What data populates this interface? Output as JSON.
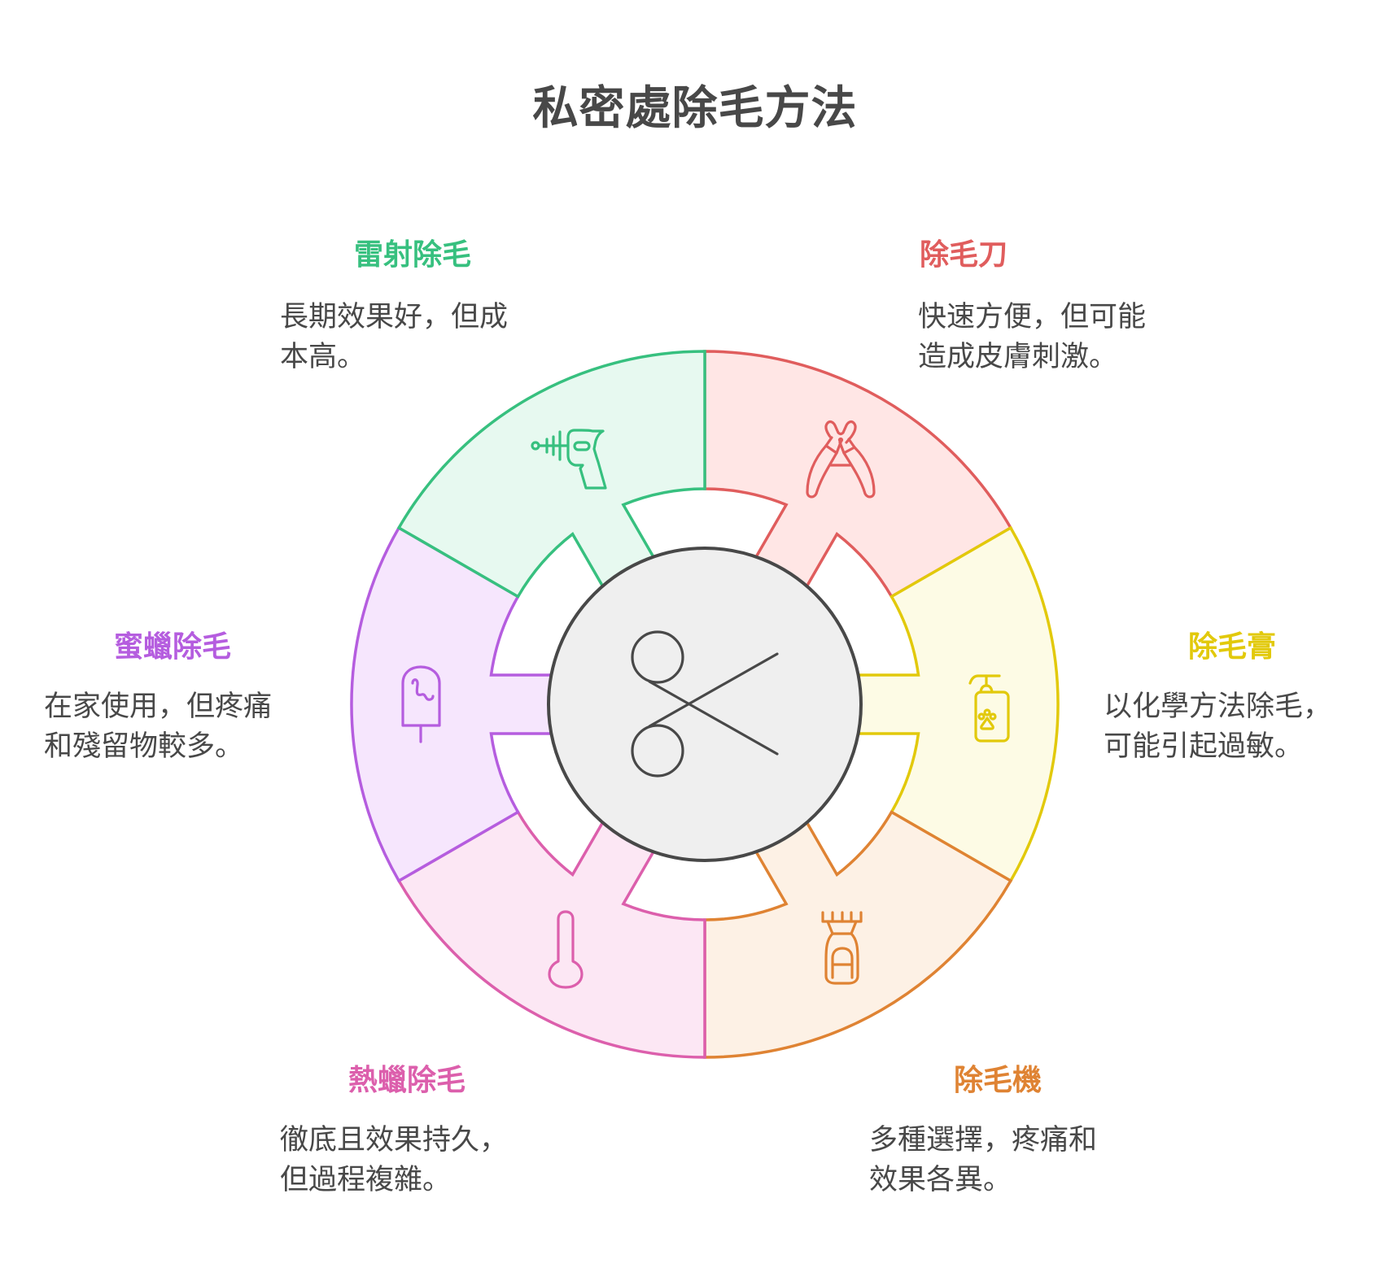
{
  "title": "私密處除毛方法",
  "center": {
    "icon": "scissors-icon",
    "fill": "#efefef",
    "stroke": "#484848"
  },
  "methods": [
    {
      "key": "razor",
      "name": "除毛刀",
      "description": "快速方便，但可能\n造成皮膚刺激。",
      "icon": "nail-clipper-icon",
      "color": "#e05d5d",
      "fill": "#ffe6e5",
      "angle_start": 0,
      "angle_end": 60
    },
    {
      "key": "cream",
      "name": "除毛膏",
      "description": "以化學方法除毛，\n可能引起過敏。",
      "icon": "pump-bottle-icon",
      "color": "#e2c90b",
      "fill": "#fdfbe5",
      "angle_start": 60,
      "angle_end": 120
    },
    {
      "key": "machine",
      "name": "除毛機",
      "description": "多種選擇，疼痛和\n效果各異。",
      "icon": "trimmer-icon",
      "color": "#df8333",
      "fill": "#fdf1e5",
      "angle_start": 120,
      "angle_end": 180
    },
    {
      "key": "hot-wax",
      "name": "熱蠟除毛",
      "description": "徹底且效果持久，\n但過程複雜。",
      "icon": "thermometer-icon",
      "color": "#dc5fac",
      "fill": "#fce7f4",
      "angle_start": 180,
      "angle_end": 240
    },
    {
      "key": "beeswax",
      "name": "蜜蠟除毛",
      "description": "在家使用，但疼痛\n和殘留物較多。",
      "icon": "popsicle-icon",
      "color": "#b55ddf",
      "fill": "#f6e6fd",
      "angle_start": 240,
      "angle_end": 300
    },
    {
      "key": "laser",
      "name": "雷射除毛",
      "description": "長期效果好，但成\n本高。",
      "icon": "ray-gun-icon",
      "color": "#37c07f",
      "fill": "#e7f9f0",
      "angle_start": 300,
      "angle_end": 360
    }
  ]
}
